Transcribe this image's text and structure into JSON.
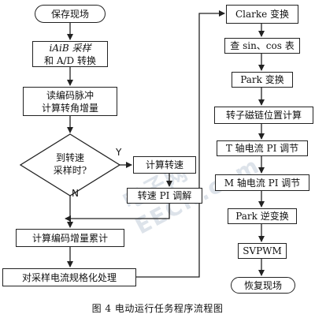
{
  "left": {
    "start": "保存现场",
    "sample": [
      "iAiB 采样",
      "和 A/D 转换"
    ],
    "encoder": [
      "读编码脉冲",
      "计算转角增量"
    ],
    "decision": [
      "到转速",
      "采样时?"
    ],
    "yes": "Y",
    "no": "N",
    "calc_speed": "计算转速",
    "speed_pi": "转速 PI 调解",
    "accumulate": "计算编码增量累计",
    "normalize": "对采样电流规格化处理"
  },
  "right": {
    "clarke": "Clarke 变换",
    "sincos": "查 sin、cos 表",
    "park": "Park 变换",
    "rotor": "转子磁链位置计算",
    "t_axis": "T 轴电流 PI 调节",
    "m_axis": "M 轴电流 PI 调节",
    "ipark": "Park 逆变换",
    "svpwm": "SVPWM",
    "restore": "恢复现场"
  },
  "caption": "图 4  电动运行任务程序流程图",
  "watermark": "电子网 EECN.com"
}
